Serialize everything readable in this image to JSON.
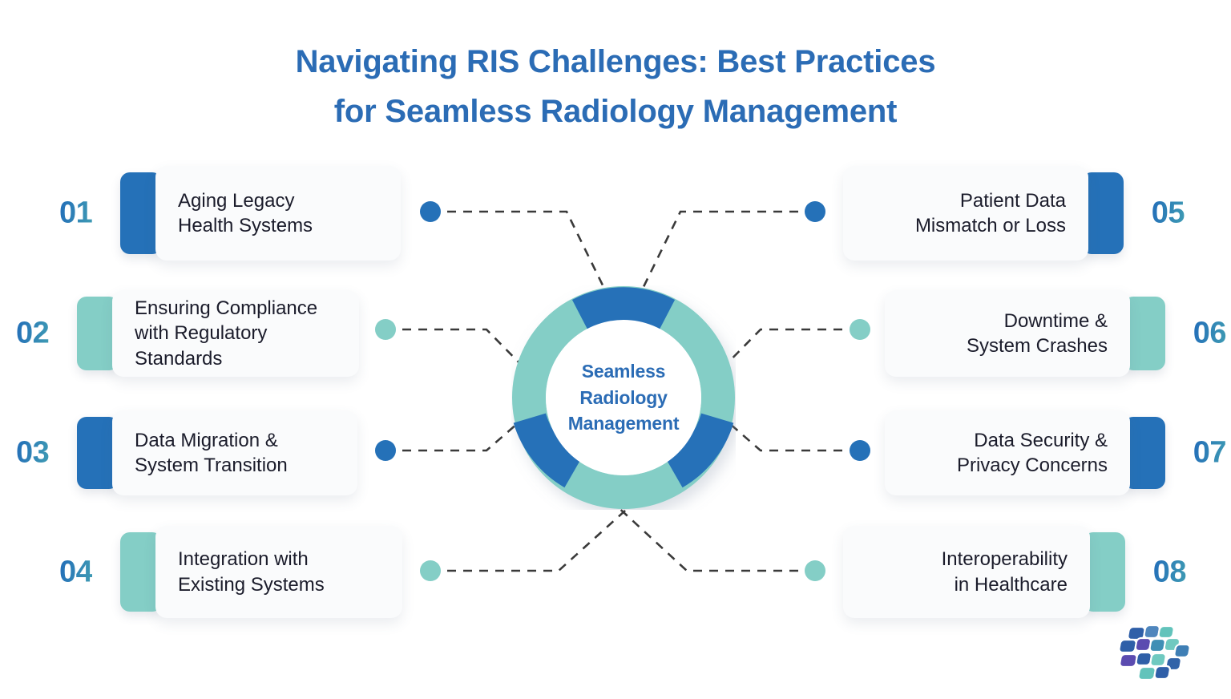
{
  "title": {
    "line1": "Navigating RIS Challenges: Best Practices",
    "line2": "for Seamless Radiology Management",
    "color": "#2b6cb5"
  },
  "center": {
    "line1": "Seamless",
    "line2": "Radiology",
    "line3": "Management",
    "text_color": "#2b6cb5",
    "segment_colors": [
      "#2571b8",
      "#84cec6",
      "#2571b8",
      "#84cec6"
    ]
  },
  "palette": {
    "blue": "#2571b8",
    "teal": "#84cec6",
    "title_blue": "#2b6cb5",
    "card_bg": "#fafbfc",
    "card_text": "#1b1c2b",
    "page_bg": "#ffffff",
    "connector": "#3a3a3a"
  },
  "items": [
    {
      "number": "01",
      "label": "Aging Legacy\nHealth Systems",
      "accent": "blue",
      "side": "left",
      "dot": "blue"
    },
    {
      "number": "02",
      "label": "Ensuring Compliance\nwith Regulatory\nStandards",
      "accent": "teal",
      "side": "left",
      "dot": "teal"
    },
    {
      "number": "03",
      "label": "Data Migration &\nSystem Transition",
      "accent": "blue",
      "side": "left",
      "dot": "blue"
    },
    {
      "number": "04",
      "label": "Integration with\nExisting Systems",
      "accent": "teal",
      "side": "left",
      "dot": "teal"
    },
    {
      "number": "05",
      "label": "Patient Data\nMismatch or Loss",
      "accent": "blue",
      "side": "right",
      "dot": "blue"
    },
    {
      "number": "06",
      "label": "Downtime &\nSystem Crashes",
      "accent": "teal",
      "side": "right",
      "dot": "teal"
    },
    {
      "number": "07",
      "label": "Data Security &\nPrivacy Concerns",
      "accent": "blue",
      "side": "right",
      "dot": "blue"
    },
    {
      "number": "08",
      "label": "Interoperability\nin Healthcare",
      "accent": "teal",
      "side": "right",
      "dot": "teal"
    }
  ],
  "logo": {
    "name": "tessellated-cross-logo",
    "colors": [
      "#2f5fa8",
      "#5b4bb0",
      "#3f8fb5",
      "#6fc9c0"
    ]
  }
}
